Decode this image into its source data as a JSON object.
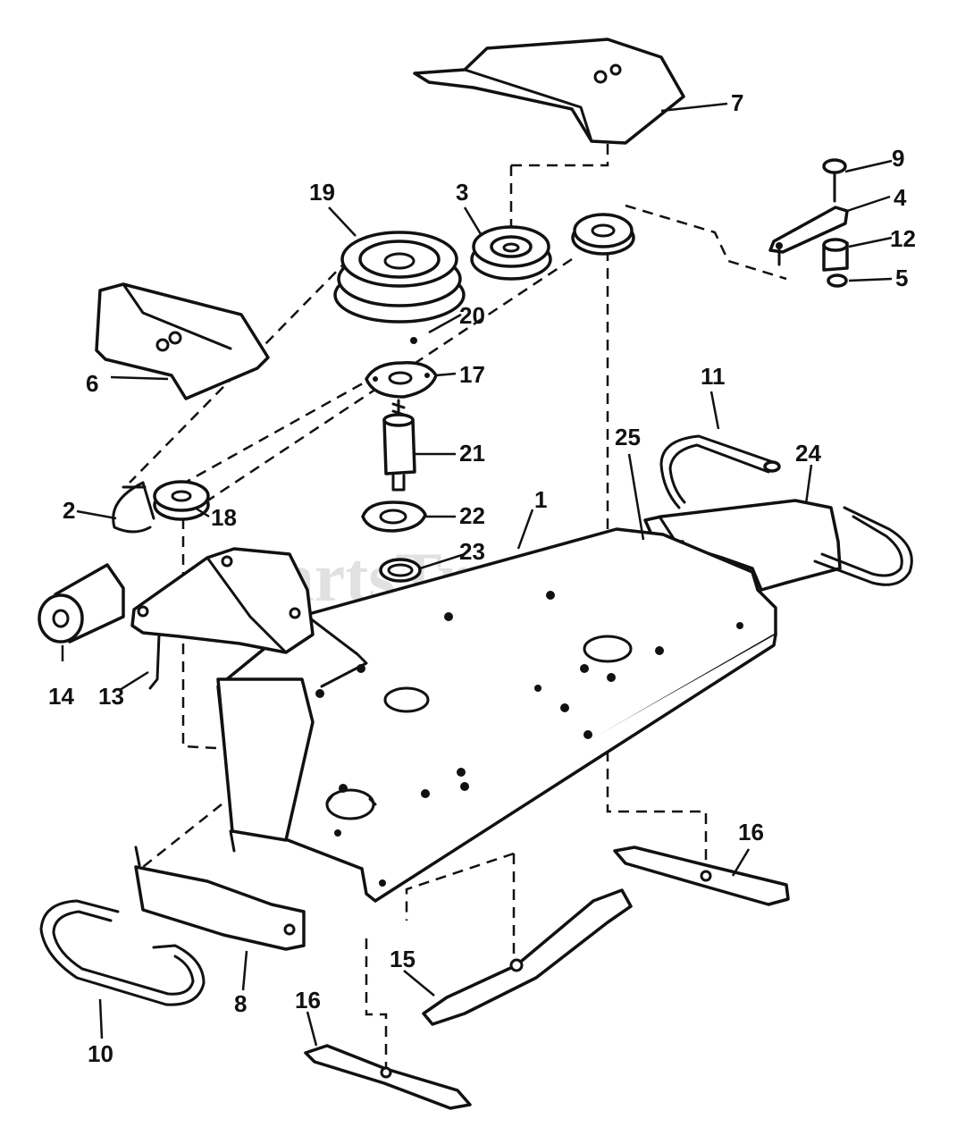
{
  "watermark": {
    "text": "PartsTree",
    "trademark": "TM"
  },
  "callouts": {
    "c1": "1",
    "c2": "2",
    "c3": "3",
    "c4": "4",
    "c5": "5",
    "c6": "6",
    "c7": "7",
    "c8": "8",
    "c9": "9",
    "c10": "10",
    "c11": "11",
    "c12": "12",
    "c13": "13",
    "c14": "14",
    "c15": "15",
    "c16a": "16",
    "c16b": "16",
    "c17": "17",
    "c18": "18",
    "c19": "19",
    "c20": "20",
    "c21": "21",
    "c22": "22",
    "c23": "23",
    "c24": "24",
    "c25": "25"
  }
}
